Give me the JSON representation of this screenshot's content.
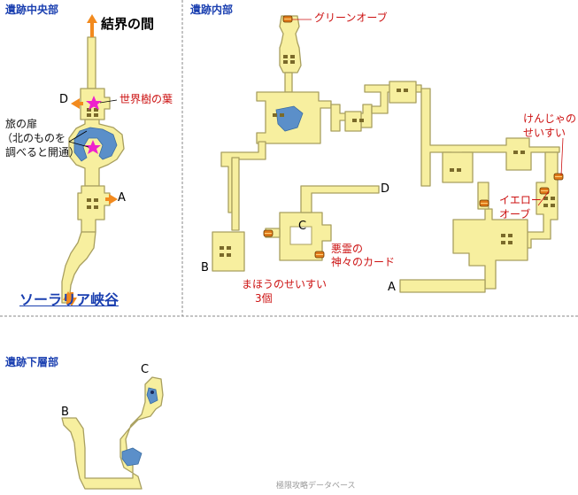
{
  "sections": {
    "central": "遺跡中央部",
    "interior": "遺跡内部",
    "lower": "遺跡下層部"
  },
  "central": {
    "top_destination": "結界の間",
    "bottom_destination": "ソーラリア峡谷",
    "exit_d": "D",
    "exit_a": "A",
    "item_leaf": "世界樹の葉",
    "door_note": [
      "旅の扉",
      "（北のものを",
      "調べると開通）"
    ]
  },
  "interior": {
    "green_orb": "グリーンオーブ",
    "kenja": [
      "けんじゃの",
      "せいすい"
    ],
    "yellow_orb": [
      "イエロー",
      "オーブ"
    ],
    "akuryo": [
      "悪霊の",
      "神々のカード"
    ],
    "mahou": [
      "まほうのせいすい",
      "3個"
    ],
    "exit_a": "A",
    "exit_b": "B",
    "exit_c": "C",
    "exit_d": "D"
  },
  "lower": {
    "exit_b": "B",
    "exit_c": "C"
  },
  "watermark": "極限攻略データベース",
  "colors": {
    "floor": "#f7ef9f",
    "floor_edge": "#a89f5f",
    "water": "#5b8fc9",
    "stairs": "#7a6a2a",
    "chest": "#e07a1a",
    "arrow": "#f28a1e",
    "star": "#ee22cc",
    "label_red": "#cc1111",
    "section_blue": "#1a3fb0",
    "divider": "#888888"
  }
}
